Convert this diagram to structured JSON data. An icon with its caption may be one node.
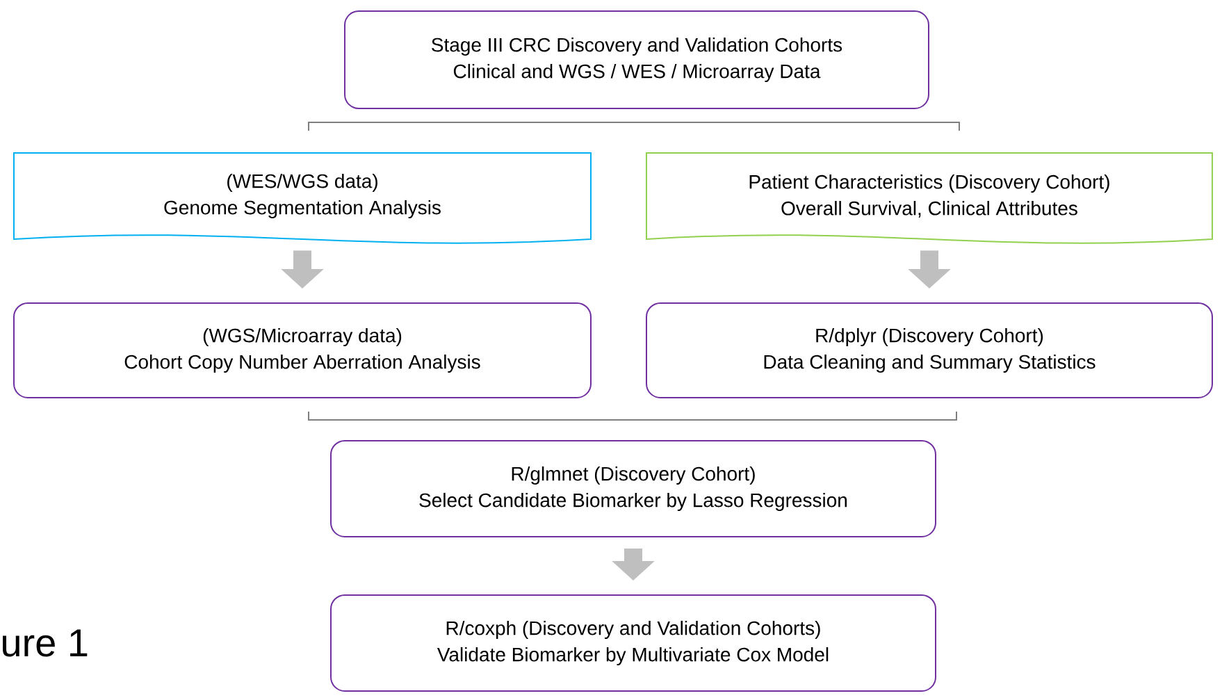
{
  "diagram": {
    "nodes": [
      {
        "text": [
          "Stage III CRC Discovery and Validation Cohorts",
          "Clinical and WGS / WES / Microarray Data"
        ]
      },
      {
        "text": [
          "(WES/WGS data)",
          "Genome Segmentation Analysis"
        ]
      },
      {
        "text": [
          "Patient Characteristics (Discovery Cohort)",
          "Overall Survival, Clinical Attributes"
        ]
      },
      {
        "text": [
          "(WGS/Microarray data)",
          "Cohort Copy Number Aberration Analysis"
        ]
      },
      {
        "text": [
          "R/dplyr (Discovery Cohort)",
          "Data Cleaning and Summary Statistics"
        ]
      },
      {
        "text": [
          "R/glmnet (Discovery Cohort)",
          "Select Candidate Biomarker by Lasso Regression"
        ]
      },
      {
        "text": [
          "R/coxph (Discovery and Validation Cohorts)",
          "Validate Biomarker by Multivariate Cox Model"
        ]
      }
    ],
    "edges": [
      {
        "from": 1,
        "to": 3,
        "arrow": "to"
      },
      {
        "from": 2,
        "to": 4,
        "arrow": "to"
      },
      {
        "from": 5,
        "to": 6,
        "arrow": "to"
      }
    ],
    "labels": [
      "ure 1"
    ]
  }
}
